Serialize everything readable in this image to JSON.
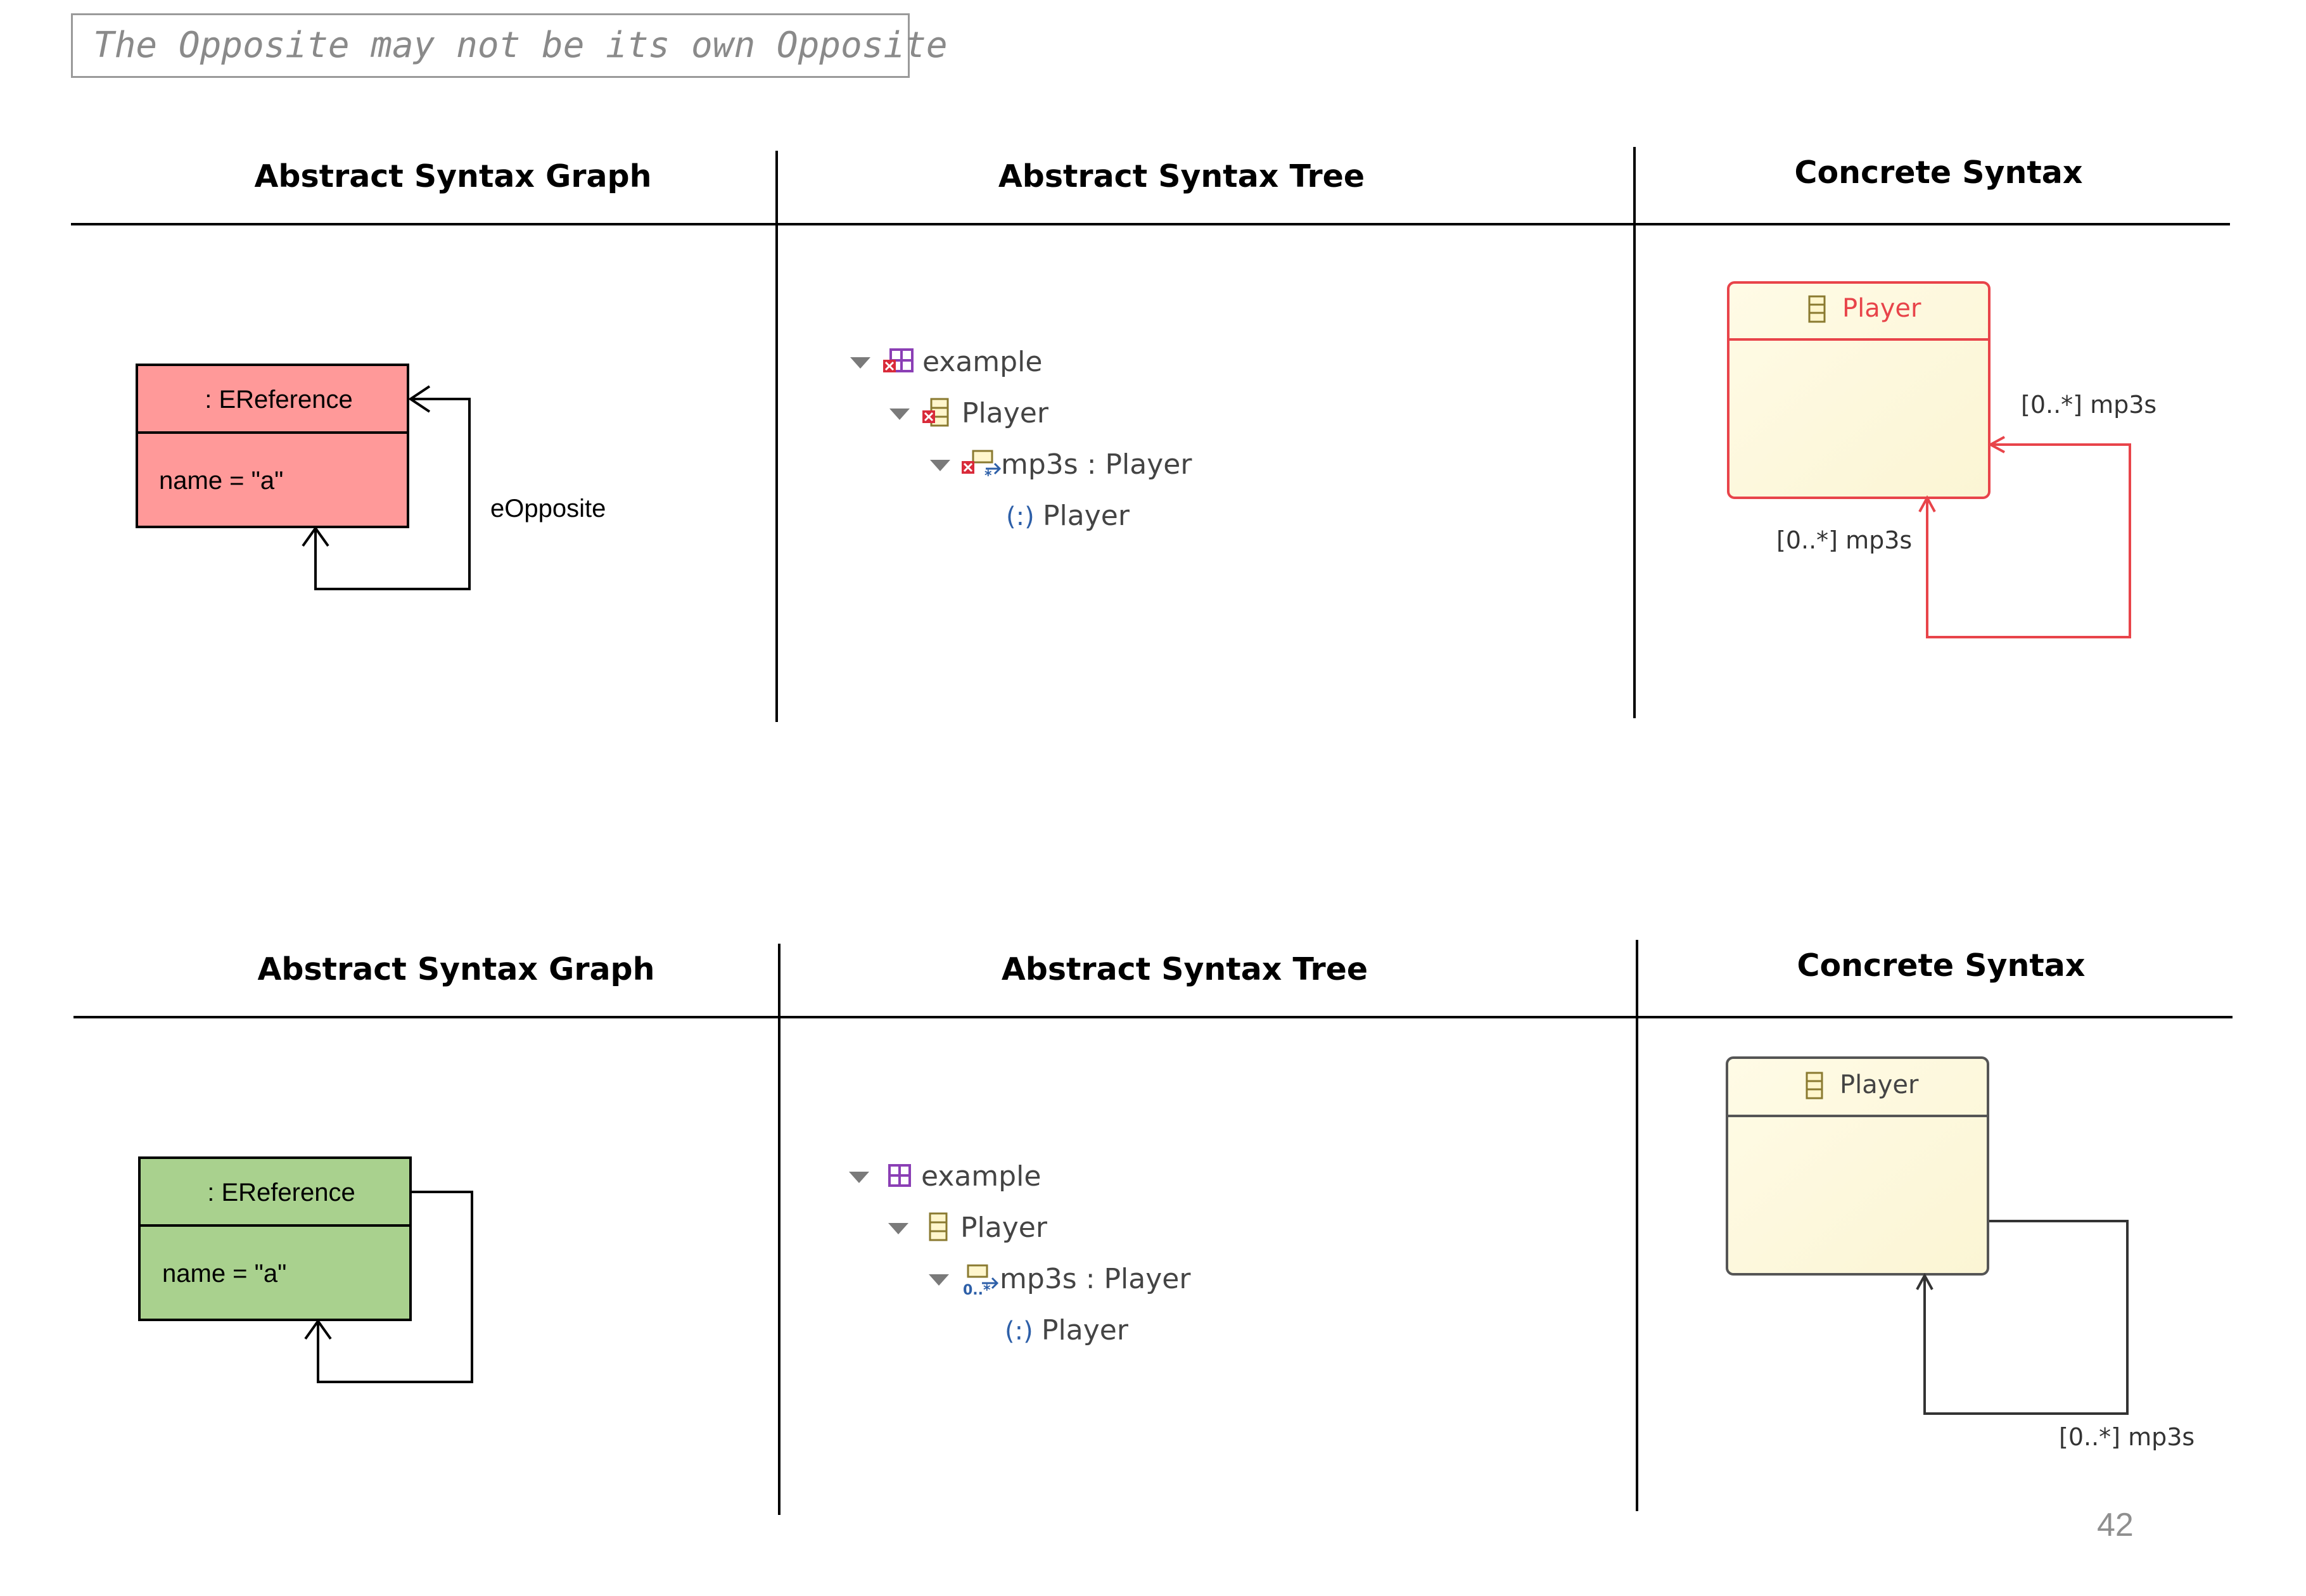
{
  "slide": {
    "title": "The Opposite may not be its own Opposite",
    "page_number": "42"
  },
  "sections": [
    {
      "id": "invalid",
      "headers": {
        "graph": "Abstract Syntax Graph",
        "tree": "Abstract Syntax Tree",
        "concrete": "Concrete Syntax"
      },
      "graph": {
        "class_label": ": EReference",
        "attribute": "name = \"a\"",
        "edge_label": "eOpposite",
        "fill": "#ff9999"
      },
      "tree": {
        "root": "example",
        "class_node": "Player",
        "reference_node": "mp3s : Player",
        "type_node": "Player",
        "type_prefix": "(:)",
        "has_errors": true
      },
      "concrete": {
        "class_name": "Player",
        "label_source": "[0..*] mp3s",
        "label_target": "[0..*] mp3s",
        "edge_color": "#e8444a",
        "class_border": "#e8444a",
        "class_name_color": "#e8444a"
      }
    },
    {
      "id": "valid",
      "headers": {
        "graph": "Abstract Syntax Graph",
        "tree": "Abstract Syntax Tree",
        "concrete": "Concrete Syntax"
      },
      "graph": {
        "class_label": ": EReference",
        "attribute": "name = \"a\"",
        "edge_label": "",
        "fill": "#a9d18e"
      },
      "tree": {
        "root": "example",
        "class_node": "Player",
        "reference_node": "mp3s : Player",
        "type_node": "Player",
        "type_prefix": "(:)",
        "has_errors": false
      },
      "concrete": {
        "class_name": "Player",
        "label_source": "",
        "label_target": "[0..*] mp3s",
        "edge_color": "#333333",
        "class_border": "#555555",
        "class_name_color": "#444444"
      }
    }
  ]
}
